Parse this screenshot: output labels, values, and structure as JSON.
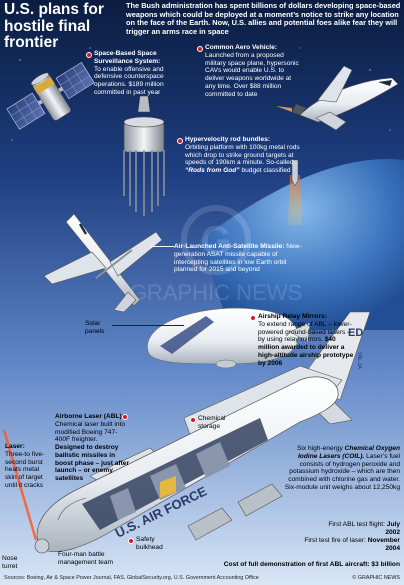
{
  "title": "U.S. plans for hostile final frontier",
  "intro": "The Bush administration has spent billions of dollars developing space-based weapons which could be deployed at a moment’s notice to strike any location on the face of the Earth. Now, U.S. allies and potential foes alike fear they will trigger an arms race in space",
  "sbss": {
    "heading": "Space-Based Space Surveillance System:",
    "body": "To enable offensive and defensive counterspace operations. $189 million committed in past year"
  },
  "cav": {
    "heading": "Common Aero Vehicle:",
    "body": "Launched from a proposed military space plane, hypersonic CAVs would enable U.S. to deliver weapons worldwide at any time. Over $88 million committed to date"
  },
  "rods": {
    "heading": "Hypervelocity rod bundles:",
    "body": "Orbiting platform with 100kg metal rods which drop to strike ground targets at speeds of 190km a minute. So-called",
    "quote": "“Rods from God”",
    "tail": "budget classified"
  },
  "asat": {
    "heading": "Air-Launched Anti-Satellite Missile:",
    "body": "New-generation ASAT missile capable of intercepting satellites in low Earth orbit planned for 2015 and beyond"
  },
  "airship": {
    "heading": "Airship Relay Mirrors:",
    "body": "To extend range of ABL – lower-powered ground-based lasers – by using relay mirrors.",
    "money": "$40 million awarded to deliver a high-altitude airship prototype by 2006"
  },
  "solar_panels": "Solar panels",
  "abl": {
    "heading": "Airborne Laser (ABL):",
    "body": "Chemical laser built into modified Boeing 747-400F freighter.",
    "strong": "Designed to destroy ballistic missiles in boost phase – just after launch – or enemy satellites"
  },
  "laser": {
    "heading": "Laser:",
    "body": "Three-to five-second burst heats metal skin of target until it cracks"
  },
  "chemical_storage": "Chemical storage",
  "coil": {
    "lead": "Six high-energy",
    "heading": "Chemical Oxygen Iodine Lasers (COIL).",
    "body": "Laser’s fuel consists of hydrogen peroxide and potassium hydroxide – which are then combined with chlorine gas and water. Six-module unit weighs about 12,250kg"
  },
  "flight1": {
    "label": "First ABL test flight:",
    "date": "July 2002"
  },
  "flight2": {
    "label": "First test fire of laser:",
    "date": "November 2004"
  },
  "cost": "Cost of full demonstration of first ABL aircraft: $3 billion",
  "nose_turret": "Nose turret",
  "bmt": "Four-man battle management team",
  "bulkhead": "Safety bulkhead",
  "fuselage_text": "U.S. AIR FORCE",
  "tail_code": "ED",
  "tail_number": "YAL-1A",
  "sources": "Sources: Boeing, Air & Space Power Journal, FAS, GlobalSecurity.org, U.S. Government Accounting Office",
  "credit": "© GRAPHIC NEWS",
  "watermark": "GRAPHIC NEWS",
  "colors": {
    "space": "#0b1c40",
    "sky_top": "#5f86c7",
    "sky_bottom": "#d8e6f6",
    "marker": "#d4162a"
  }
}
